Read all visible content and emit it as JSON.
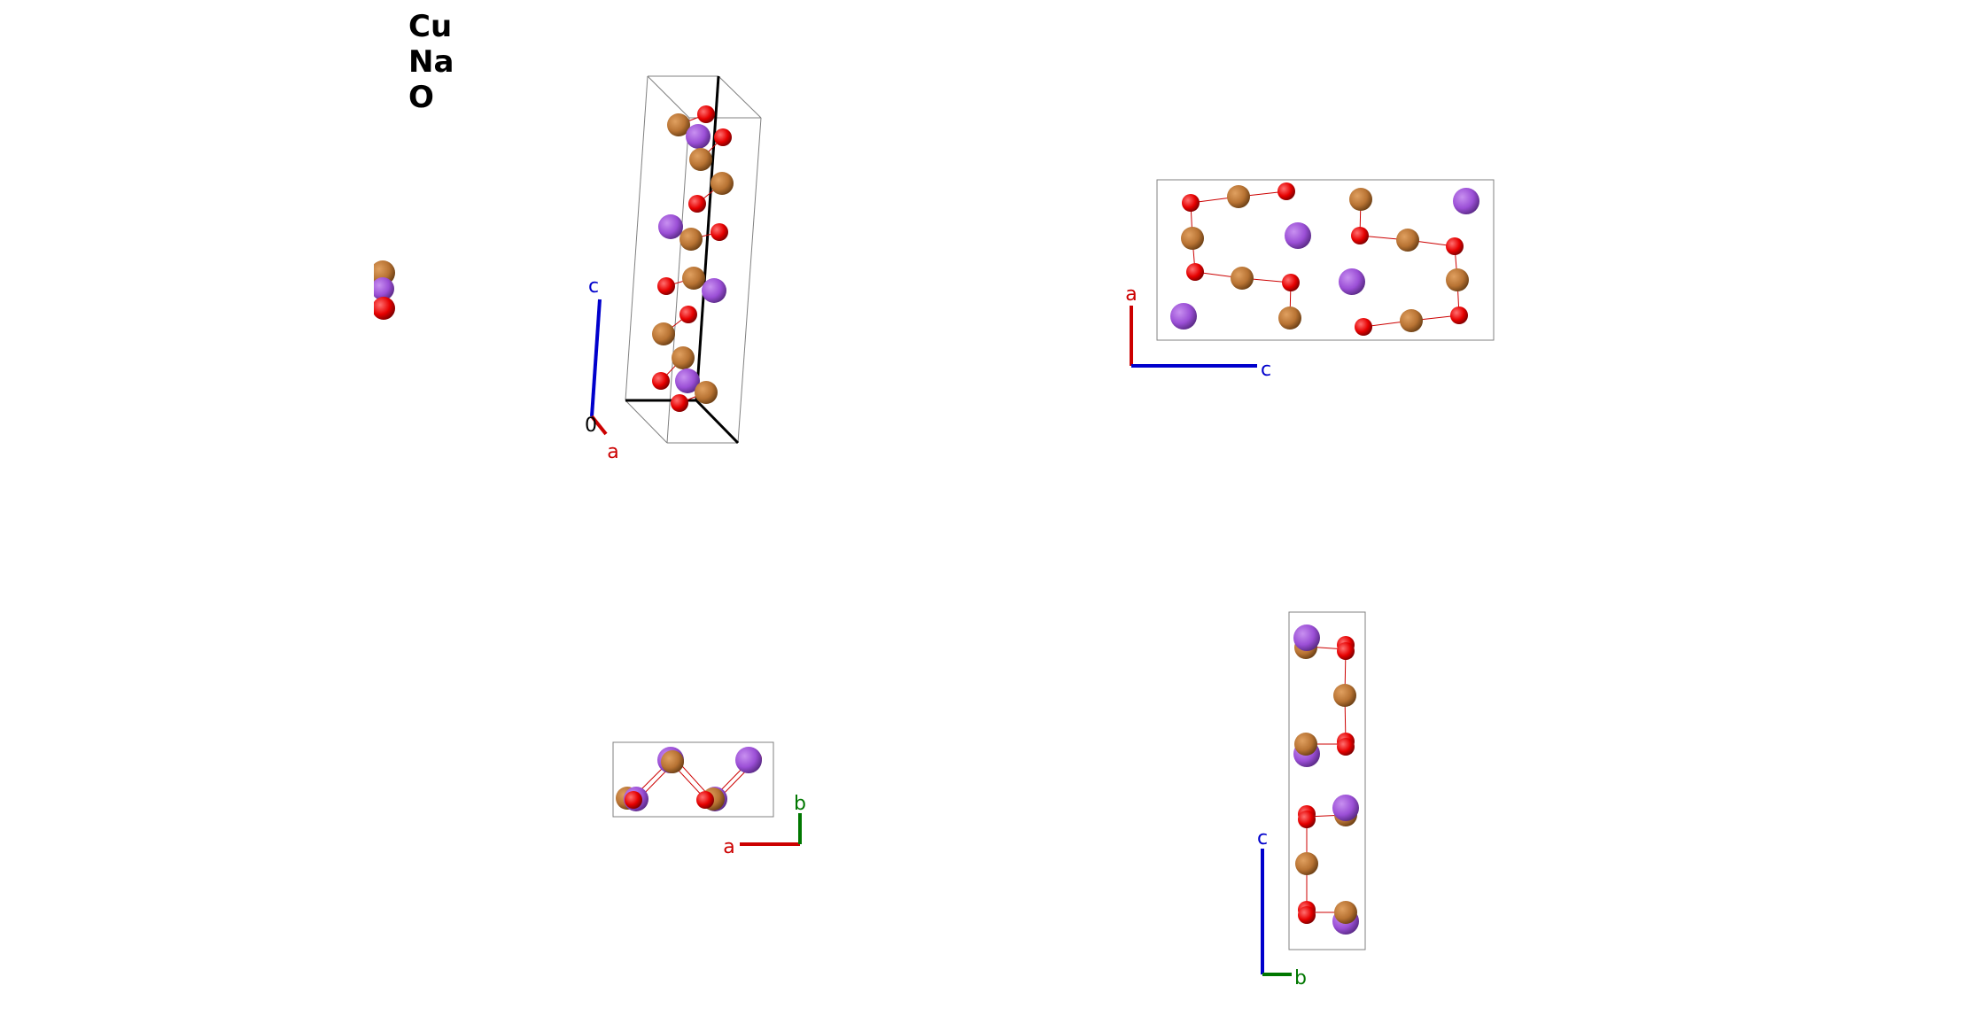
{
  "legend": {
    "elements": [
      {
        "symbol": "Cu",
        "color": "#b87333"
      },
      {
        "symbol": "Na",
        "color": "#9b4fd6"
      },
      {
        "symbol": "O",
        "color": "#e60000"
      }
    ]
  },
  "colors": {
    "Cu": "#b87333",
    "Na": "#9b4fd6",
    "O": "#e60000",
    "a_axis": "#cc0000",
    "b_axis": "#007700",
    "c_axis": "#0000cc",
    "bond": "#cc0000",
    "cell": "#808080"
  },
  "views": {
    "perspective": {
      "axes": {
        "c": "c",
        "a": "a",
        "origin": "0"
      }
    },
    "view_ac": {
      "axes": {
        "a": "a",
        "c": "c"
      }
    },
    "view_ab": {
      "axes": {
        "a": "a",
        "b": "b"
      }
    },
    "view_cb": {
      "axes": {
        "c": "c",
        "b": "b"
      }
    }
  }
}
